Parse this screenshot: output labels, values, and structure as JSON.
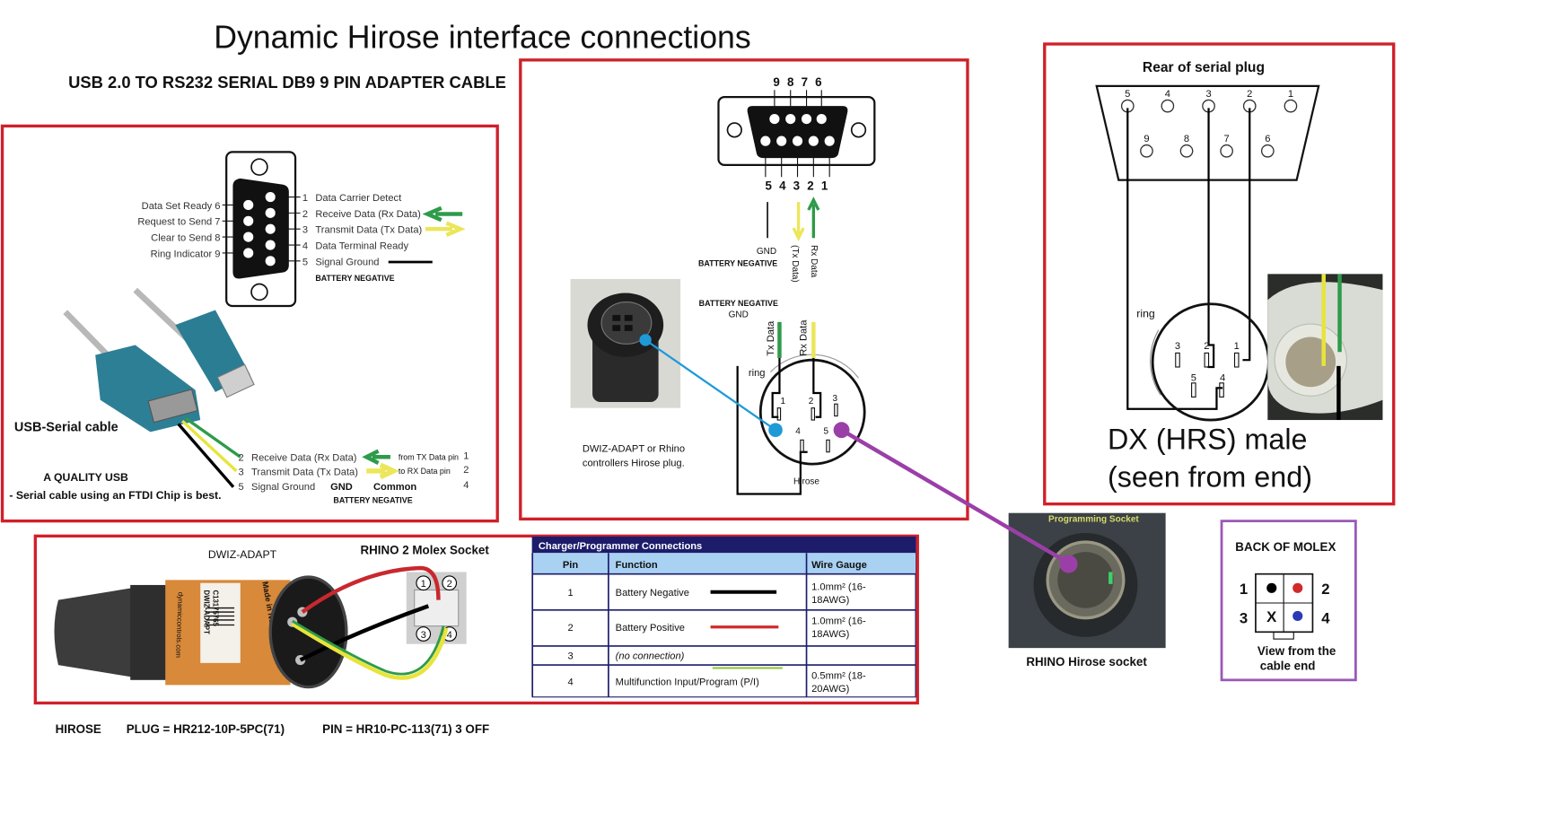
{
  "title": "Dynamic Hirose interface connections",
  "subtitle": "USB 2.0 TO RS232 SERIAL DB9 9 PIN ADAPTER CABLE",
  "usb_panel": {
    "db9_right_pins": [
      {
        "num": "1",
        "label": "Data Carrier Detect"
      },
      {
        "num": "2",
        "label": "Receive Data (Rx Data)"
      },
      {
        "num": "3",
        "label": "Transmit Data (Tx Data)"
      },
      {
        "num": "4",
        "label": "Data Terminal Ready"
      },
      {
        "num": "5",
        "label": "Signal Ground"
      }
    ],
    "db9_left_pins": [
      "Data Set Ready 6",
      "Request to Send 7",
      "Clear to Send 8",
      "Ring Indicator 9"
    ],
    "battery_negative": "BATTERY NEGATIVE",
    "cable_label": "USB-Serial cable",
    "quality_note_1": "A QUALITY USB",
    "quality_note_2": "- Serial cable using an FTDI Chip is best.",
    "wires": [
      {
        "num": "2",
        "label": "Receive Data (Rx Data)",
        "note": "from TX Data pin",
        "pin": "1",
        "color": "#2e9b4a"
      },
      {
        "num": "3",
        "label": "Transmit Data (Tx Data)",
        "note": "to RX Data pin",
        "pin": "2",
        "color": "#e8e43a"
      },
      {
        "num": "5",
        "label": "Signal Ground",
        "gnd": "GND",
        "note": "Common",
        "pin": "4",
        "color": "#000000"
      }
    ],
    "wire_battery_negative": "BATTERY NEGATIVE"
  },
  "hirose_panel": {
    "top_pins": "9 8 7 6",
    "bottom_pins": "5 4 3 2 1",
    "gnd": "GND",
    "battery_negative": "BATTERY NEGATIVE",
    "tx_data_paren": "(Tx Data)",
    "rx_data": "Rx Data",
    "battery_negative_2": "BATTERY NEGATIVE",
    "gnd_2": "GND",
    "tx_data": "Tx Data",
    "rx_data_2": "Rx Data",
    "ring": "ring",
    "pins": [
      "1",
      "2",
      "3",
      "4",
      "5"
    ],
    "hirose_label": "Hirose",
    "caption_1": "DWIZ-ADAPT or Rhino",
    "caption_2": "controllers Hirose plug."
  },
  "rear_panel": {
    "title": "Rear of serial plug",
    "top_row": [
      "5",
      "4",
      "3",
      "2",
      "1"
    ],
    "bottom_row": [
      "9",
      "8",
      "7",
      "6"
    ],
    "ring": "ring",
    "hirose_pins": [
      "3",
      "2",
      "1",
      "5",
      "4"
    ],
    "caption_1": "DX (HRS) male",
    "caption_2": "(seen from end)"
  },
  "adapter_panel": {
    "adapter_label": "DWIZ-ADAPT",
    "molex_label": "RHINO 2 Molex Socket",
    "molex_pins": [
      "1",
      "2",
      "3",
      "4"
    ],
    "label_text": [
      "DWIZ-ADAPT",
      "C13175765",
      "Made in New Zealand",
      "dynamiccontrols.com"
    ]
  },
  "table": {
    "title": "Charger/Programmer Connections",
    "headers": [
      "Pin",
      "Function",
      "Wire Gauge"
    ],
    "rows": [
      {
        "pin": "1",
        "function": "Battery Negative",
        "gauge_1": "1.0mm² (16-",
        "gauge_2": "18AWG)",
        "wire": "#000000"
      },
      {
        "pin": "2",
        "function": "Battery Positive",
        "gauge_1": "1.0mm² (16-",
        "gauge_2": "18AWG)",
        "wire": "#d02a2a"
      },
      {
        "pin": "3",
        "function": "(no connection)",
        "gauge_1": "",
        "gauge_2": "",
        "wire": ""
      },
      {
        "pin": "4",
        "function": "Multifunction Input/Program (P/I)",
        "gauge_1": "0.5mm² (18-",
        "gauge_2": "20AWG)",
        "wire": "#8fc93a"
      }
    ]
  },
  "rhino_socket": {
    "photo_title": "Programming Socket",
    "caption": "RHINO Hirose socket"
  },
  "molex_back": {
    "title": "BACK OF MOLEX",
    "pins": [
      "1",
      "2",
      "3",
      "4"
    ],
    "x_mark": "X",
    "caption_1": "View from the",
    "caption_2": "cable end"
  },
  "footer": {
    "hirose": "HIROSE",
    "plug": "PLUG = HR212-10P-5PC(71)",
    "pin": "PIN = HR10-PC-113(71)  3 OFF"
  },
  "colors": {
    "frame_red": "#d0202a",
    "frame_purple": "#9b59b6",
    "rx_green": "#2e9b4a",
    "tx_yellow": "#e8e43a",
    "table_header": "#1c1c6b",
    "table_subheader": "#a9d1f2",
    "link_blue": "#1e9ad6",
    "link_purple": "#9b3fa8"
  }
}
